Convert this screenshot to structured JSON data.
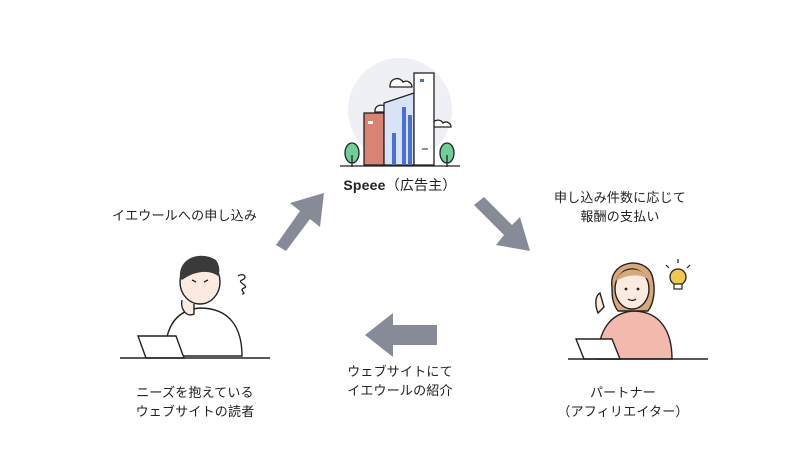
{
  "sponsor": {
    "name": "Speee",
    "role": "（広告主）"
  },
  "flows": {
    "to_sponsor": "イエウールへの申し込み",
    "to_partner": [
      "申し込み件数に応じて",
      "報酬の支払い"
    ],
    "to_reader": [
      "ウェブサイトにて",
      "イエウールの紹介"
    ]
  },
  "actors": {
    "reader": [
      "ニーズを抱えている",
      "ウェブサイトの読者"
    ],
    "partner": [
      "パートナー",
      "（アフィリエイター）"
    ]
  },
  "colors": {
    "arrow": "#868b97",
    "building_red": "#d98373",
    "building_blue": "#d9e3f7",
    "skin": "#fbeae0",
    "partner_sweater": "#f3b9ad",
    "hair_dark": "#3a3a3a",
    "hair_brown": "#d9a878",
    "bulb": "#f2c94c",
    "tree": "#6fcf97"
  }
}
